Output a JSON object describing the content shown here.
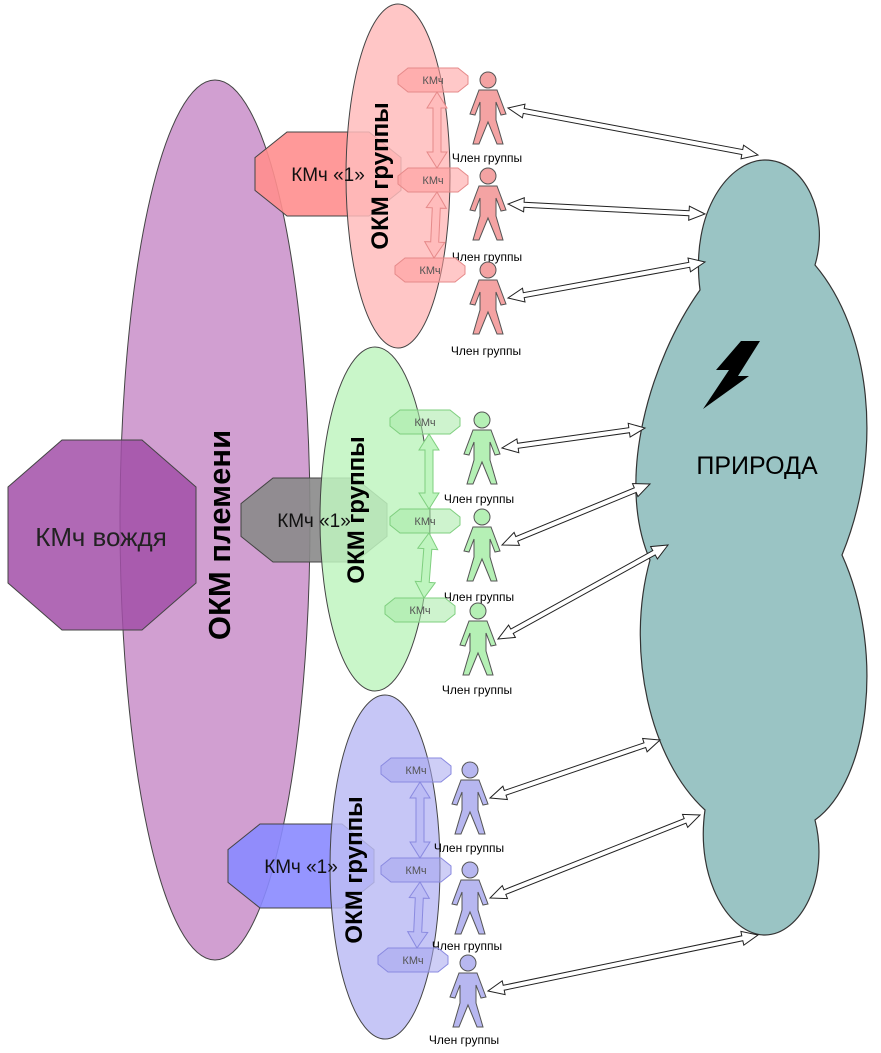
{
  "colors": {
    "tribe_fill": "#c98ec9",
    "chief_fill": "#a24fa8",
    "nature_fill": "#9ac4c4",
    "group_fills": [
      "#ffbcbc",
      "#bff5bf",
      "#bcbcf5"
    ],
    "group_strokes": [
      "#e68a8a",
      "#7fcf7f",
      "#8a8ae0"
    ],
    "leader_fills": [
      "#ff8e8e",
      "#8a8a8a",
      "#8a8aff"
    ],
    "person_fills": [
      "#f4a3a3",
      "#b5f0b5",
      "#b7b7f0"
    ]
  },
  "chief": {
    "label": "КМч вождя"
  },
  "tribe": {
    "label": "ОКМ племени"
  },
  "nature": {
    "label": "ПРИРОДА",
    "icon": "lightning-icon"
  },
  "groups": [
    {
      "label": "ОКМ группы",
      "leader_label": "КМч «1»",
      "members": [
        {
          "kmch": "КМч",
          "caption": "Член группы"
        },
        {
          "kmch": "КМч",
          "caption": "Член группы"
        },
        {
          "kmch": "КМч",
          "caption": "Член группы"
        }
      ]
    },
    {
      "label": "ОКМ группы",
      "leader_label": "КМч «1»",
      "members": [
        {
          "kmch": "КМч",
          "caption": "Член группы"
        },
        {
          "kmch": "КМч",
          "caption": "Член группы"
        },
        {
          "kmch": "КМч",
          "caption": "Член группы"
        }
      ]
    },
    {
      "label": "ОКМ группы",
      "leader_label": "КМч «1»",
      "members": [
        {
          "kmch": "КМч",
          "caption": "Член группы"
        },
        {
          "kmch": "КМч",
          "caption": "Член группы"
        },
        {
          "kmch": "КМч",
          "caption": "Член группы"
        }
      ]
    }
  ]
}
